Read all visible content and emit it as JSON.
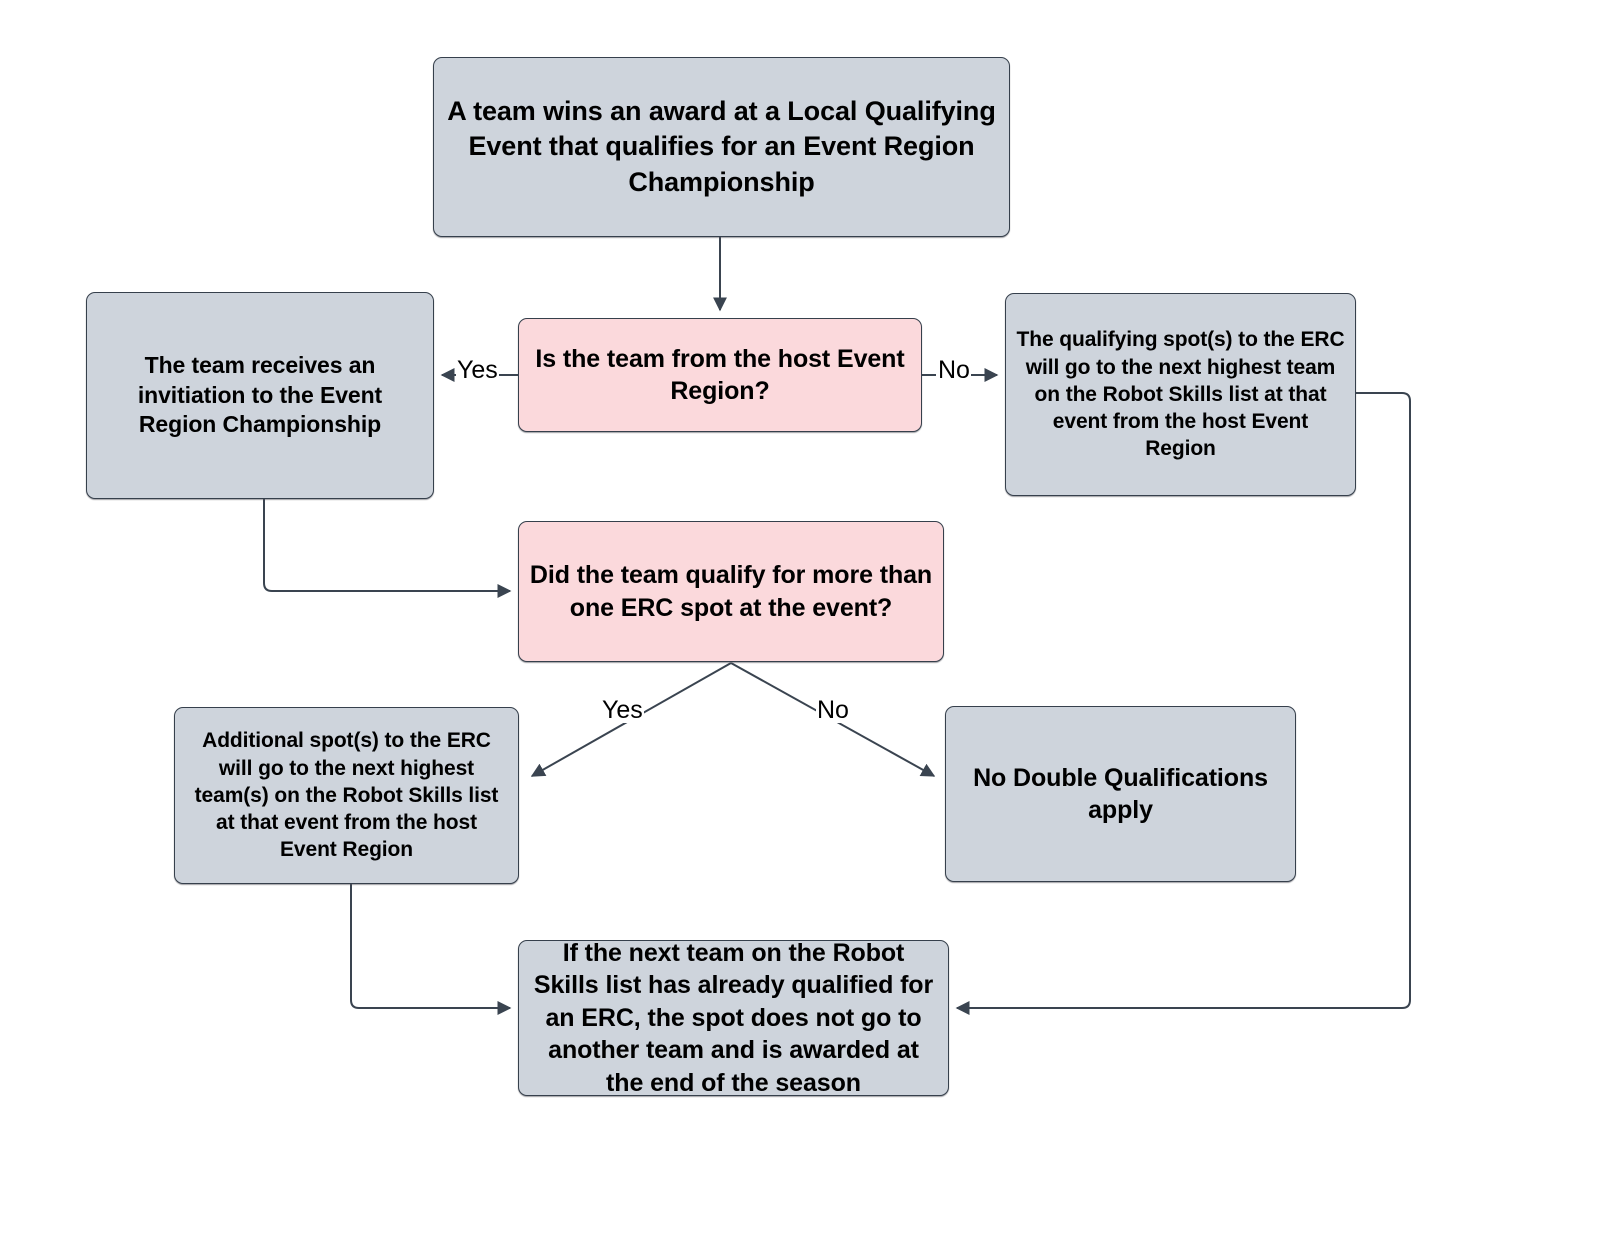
{
  "diagram": {
    "title": "Event Region Championship qualification flow",
    "colors": {
      "process_fill": "#CED4DC",
      "decision_fill": "#FBD9DC",
      "stroke": "#36404C",
      "text": "#000000",
      "background": "#FFFFFF"
    },
    "nodes": [
      {
        "id": "start",
        "type": "process",
        "text": "A team wins an award at a Local Qualifying Event that qualifies for an Event Region Championship"
      },
      {
        "id": "host_question",
        "type": "decision",
        "text": "Is the team from the host Event Region?"
      },
      {
        "id": "invitation",
        "type": "process",
        "text": "The team receives an invitiation to the Event Region Championship"
      },
      {
        "id": "next_highest_team",
        "type": "process",
        "text": "The qualifying spot(s) to the ERC will go to the next highest team on the Robot Skills list at that event from the host Event Region"
      },
      {
        "id": "more_than_one_question",
        "type": "decision",
        "text": "Did the team qualify for more than one ERC spot at the event?"
      },
      {
        "id": "additional_spots",
        "type": "process",
        "text": "Additional spot(s) to the ERC will go to the next highest team(s) on the Robot Skills list at that event from the host Event Region"
      },
      {
        "id": "no_double_qualifications",
        "type": "process",
        "text": "No Double Qualifications apply"
      },
      {
        "id": "already_qualified",
        "type": "process",
        "text": "If the next team on the Robot Skills list has already qualified for an ERC, the spot does not go to another team and is awarded at the end of the season"
      }
    ],
    "edges": [
      {
        "id": "e1",
        "from": "start",
        "to": "host_question",
        "label": ""
      },
      {
        "id": "e2",
        "from": "host_question",
        "to": "invitation",
        "label": "Yes"
      },
      {
        "id": "e3",
        "from": "host_question",
        "to": "next_highest_team",
        "label": "No"
      },
      {
        "id": "e4",
        "from": "invitation",
        "to": "more_than_one_question",
        "label": ""
      },
      {
        "id": "e5",
        "from": "more_than_one_question",
        "to": "additional_spots",
        "label": "Yes"
      },
      {
        "id": "e6",
        "from": "more_than_one_question",
        "to": "no_double_qualifications",
        "label": "No"
      },
      {
        "id": "e7",
        "from": "additional_spots",
        "to": "already_qualified",
        "label": ""
      },
      {
        "id": "e8",
        "from": "next_highest_team",
        "to": "already_qualified",
        "label": ""
      }
    ]
  }
}
